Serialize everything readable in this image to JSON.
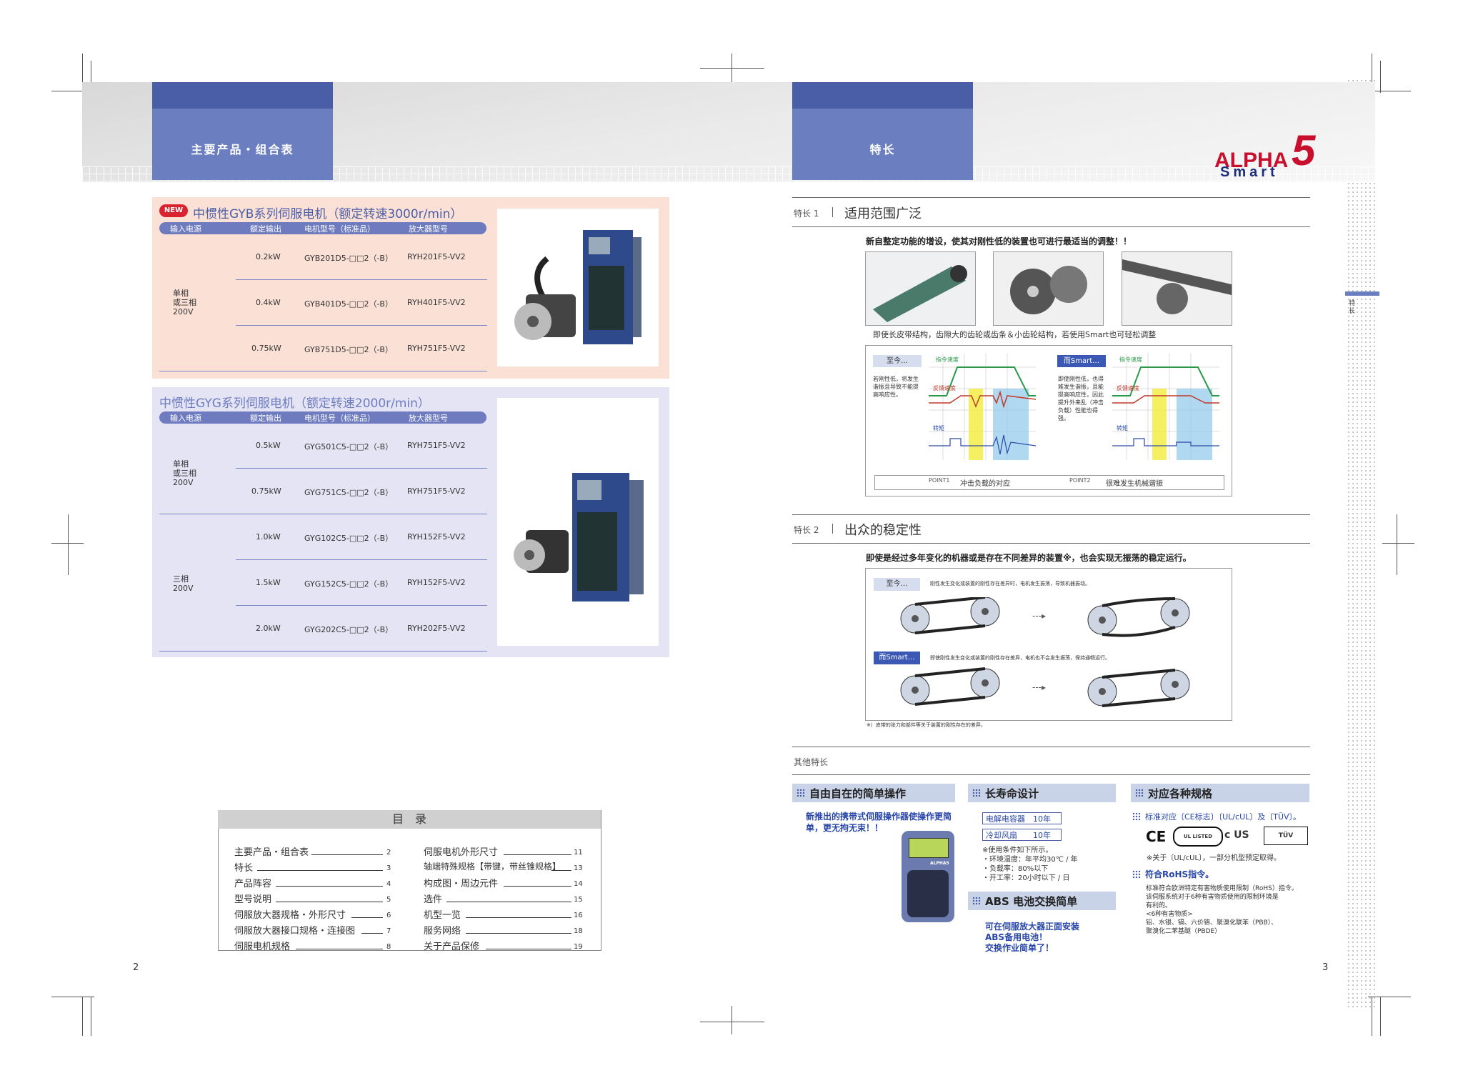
{
  "header": {
    "left_nav": "主要产品・组合表",
    "right_nav": "特长",
    "logo_main": "ALPHA",
    "logo_num": "5",
    "logo_sub": "Smart",
    "side_tab": "特长"
  },
  "gyb": {
    "badge": "NEW",
    "title": "中惯性GYB系列伺服电机（额定转速3000r/min）",
    "headers": [
      "输入电源",
      "额定输出",
      "电机型号（标准品）",
      "放大器型号"
    ],
    "power": "单相\n或三相\n200V",
    "rows": [
      {
        "out": "0.2kW",
        "motor": "GYB201D5-□□2（-B）",
        "amp": "RYH201F5-VV2"
      },
      {
        "out": "0.4kW",
        "motor": "GYB401D5-□□2（-B）",
        "amp": "RYH401F5-VV2"
      },
      {
        "out": "0.75kW",
        "motor": "GYB751D5-□□2（-B）",
        "amp": "RYH751F5-VV2"
      }
    ]
  },
  "gyg": {
    "title": "中惯性GYG系列伺服电机（额定转速2000r/min）",
    "headers": [
      "输入电源",
      "额定输出",
      "电机型号（标准品）",
      "放大器型号"
    ],
    "power1": "单相\n或三相\n200V",
    "power2": "三相\n200V",
    "rows": [
      {
        "out": "0.5kW",
        "motor": "GYG501C5-□□2（-B）",
        "amp": "RYH751F5-VV2"
      },
      {
        "out": "0.75kW",
        "motor": "GYG751C5-□□2（-B）",
        "amp": "RYH751F5-VV2"
      },
      {
        "out": "1.0kW",
        "motor": "GYG102C5-□□2（-B）",
        "amp": "RYH152F5-VV2"
      },
      {
        "out": "1.5kW",
        "motor": "GYG152C5-□□2（-B）",
        "amp": "RYH152F5-VV2"
      },
      {
        "out": "2.0kW",
        "motor": "GYG202C5-□□2（-B）",
        "amp": "RYH202F5-VV2"
      }
    ]
  },
  "toc": {
    "title": "目　录",
    "left": [
      {
        "label": "主要产品・组合表",
        "page": "2"
      },
      {
        "label": "特长",
        "page": "3"
      },
      {
        "label": "产品阵容",
        "page": "4"
      },
      {
        "label": "型号说明",
        "page": "5"
      },
      {
        "label": "伺服放大器规格・外形尺寸",
        "page": "6"
      },
      {
        "label": "伺服放大器接口规格・连接图",
        "page": "7"
      },
      {
        "label": "伺服电机规格",
        "page": "8"
      }
    ],
    "right": [
      {
        "label": "伺服电机外形尺寸",
        "page": "11"
      },
      {
        "label": "轴端特殊规格【带键，带丝锥规格】",
        "page": "13"
      },
      {
        "label": "构成图・周边元件",
        "page": "14"
      },
      {
        "label": "选件",
        "page": "15"
      },
      {
        "label": "机型一览",
        "page": "16"
      },
      {
        "label": "服务网络",
        "page": "18"
      },
      {
        "label": "关于产品保修",
        "page": "19"
      }
    ]
  },
  "page_numbers": {
    "left": "2",
    "right": "3"
  },
  "feature1": {
    "label": "特长 1",
    "title": "适用范围广泛",
    "lead": "新自整定功能的增设，使其对刚性低的装置也可进行最适当的调整！！",
    "caption": "即使长皮带结构，齿隙大的齿轮或齿条＆小齿轮结构，若使用Smart也可轻松调整",
    "before_tag": "至今…",
    "before_text": "若刚性低，将发生\n谐振且导致不能提\n高响应性。",
    "after_tag": "而Smart…",
    "after_text": "即使刚性低，也得\n难发生谐振，且能\n提高响应性，因此\n提升外来乱（冲击\n负载）性能也得\n强。",
    "legend_cmd": "指令速度",
    "legend_fb": "反馈速度",
    "legend_torque": "转矩",
    "point1": "POINT1",
    "point2": "POINT2",
    "footer1": "冲击负载的对应",
    "footer2": "很难发生机械谐振"
  },
  "feature2": {
    "label": "特长 2",
    "title": "出众的稳定性",
    "lead": "即使是经过多年变化的机器或是存在不同差异的装置※，也会实现无振荡的稳定运行。",
    "before_tag": "至今…",
    "before_text": "刚性发生变化或装置的刚性存在差异时，电机发生振荡，导致机器振动。",
    "after_tag": "而Smart…",
    "after_text": "即使刚性发生变化或装置的刚性存在差异，电机也不会发生振荡，保持通畅运行。",
    "note": "※）皮带的张力和部件等关于装置的刚性存在的差异。"
  },
  "others": {
    "label": "其他特长",
    "col1": {
      "title": "自由自在的简单操作",
      "text": "新推出的携带式伺服操作器使操作更简单，更无拘无束！！",
      "keypad_brand": "ALPHA5"
    },
    "col2": {
      "title": "长寿命设计",
      "box1": "电解电容器　10年",
      "box2": "冷却风扇　　10年",
      "notes": [
        "※使用条件如下所示。",
        "・环境温度：年平均30℃ / 年",
        "・负载率：80%以下",
        "・开工率：20小时以下 / 日"
      ],
      "abs_title": "ABS 电池交换简单",
      "abs_text": [
        "可在伺服放大器正面安装",
        "ABS备用电池！",
        "交换作业简单了！"
      ]
    },
    "col3": {
      "title": "对应各种规格",
      "line1": "标准对应〔CE标志〕〔UL/cUL〕及〔TÜV〕。",
      "note1": "※关于〔UL/cUL〕，一部分机型预定取得。",
      "rohs_title": "符合RoHS指令。",
      "rohs_text": [
        "标准符合欧洲特定有害物质使用限制（RoHS）指令。",
        "该伺服系统对于6种有害物质使用的限制环境是",
        "有利的。",
        "<6种有害物质>",
        "铅、水银、镉、六价铬、聚溴化联苯（PBB）、",
        "聚溴化二苯基醚（PBDE）"
      ],
      "ce": "CE",
      "ul": "UL LISTED",
      "cus": "c US",
      "tuv": "TÜV"
    }
  },
  "colors": {
    "nav_blue": "#4a5ea8",
    "pink_panel": "#fbe0d6",
    "lilac_panel": "#e4e4f4",
    "table_head": "#6e7cbf",
    "logo_red": "#c8102e"
  }
}
